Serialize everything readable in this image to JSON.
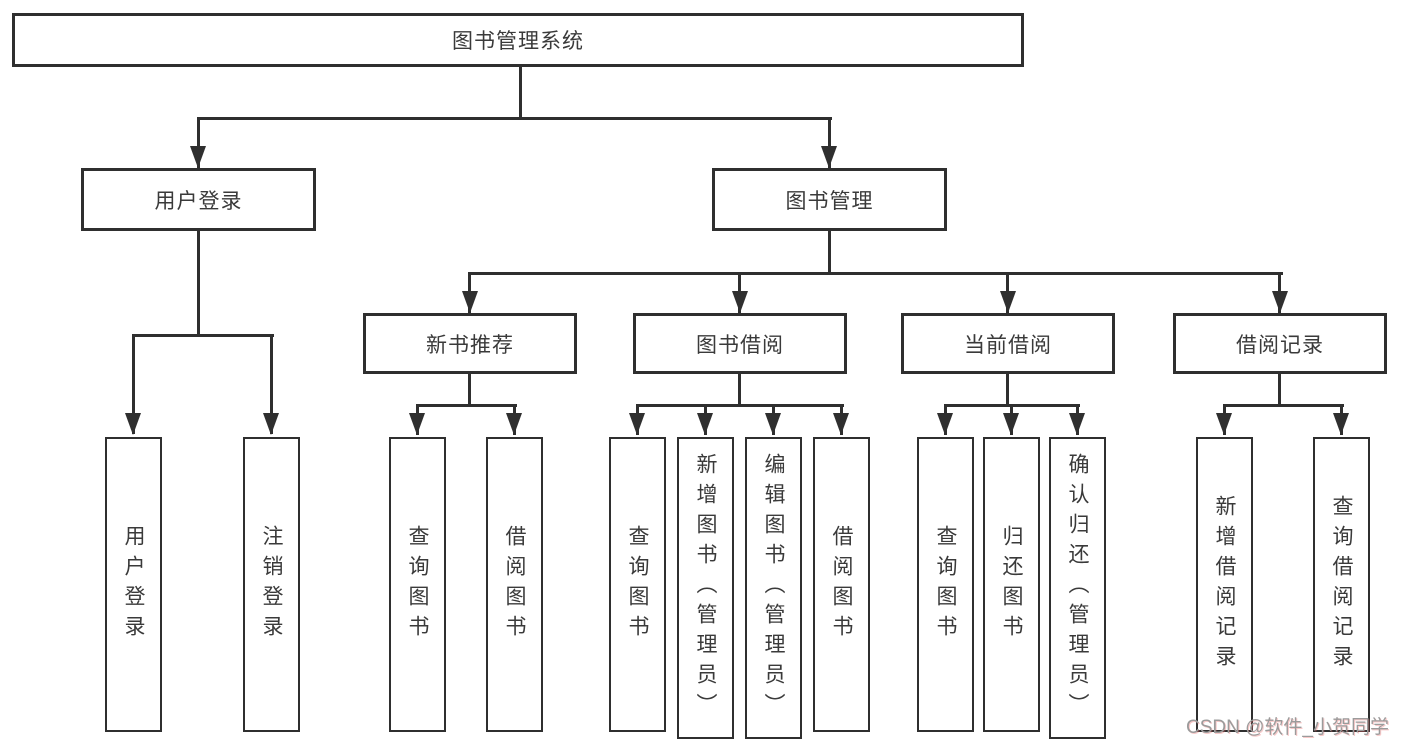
{
  "diagram": {
    "root": {
      "label": "图书管理系统"
    },
    "user_login": {
      "label": "用户登录",
      "children": [
        {
          "label": "用户登录"
        },
        {
          "label": "注销登录"
        }
      ]
    },
    "book_mgmt": {
      "label": "图书管理",
      "sections": [
        {
          "label": "新书推荐",
          "children": [
            {
              "label": "查询图书"
            },
            {
              "label": "借阅图书"
            }
          ]
        },
        {
          "label": "图书借阅",
          "children": [
            {
              "label": "查询图书"
            },
            {
              "label": "新增图书（管理员）"
            },
            {
              "label": "编辑图书（管理员）"
            },
            {
              "label": "借阅图书"
            }
          ]
        },
        {
          "label": "当前借阅",
          "children": [
            {
              "label": "查询图书"
            },
            {
              "label": "归还图书"
            },
            {
              "label": "确认归还（管理员）"
            }
          ]
        },
        {
          "label": "借阅记录",
          "children": [
            {
              "label": "新增借阅记录"
            },
            {
              "label": "查询借阅记录"
            }
          ]
        }
      ]
    }
  },
  "watermark": {
    "text": "CSDN @软件_小贺同学"
  },
  "colors": {
    "line": "#2f2f2f",
    "text": "#3a3a3a",
    "watermark": "#9b9b9b",
    "background": "#ffffff"
  }
}
